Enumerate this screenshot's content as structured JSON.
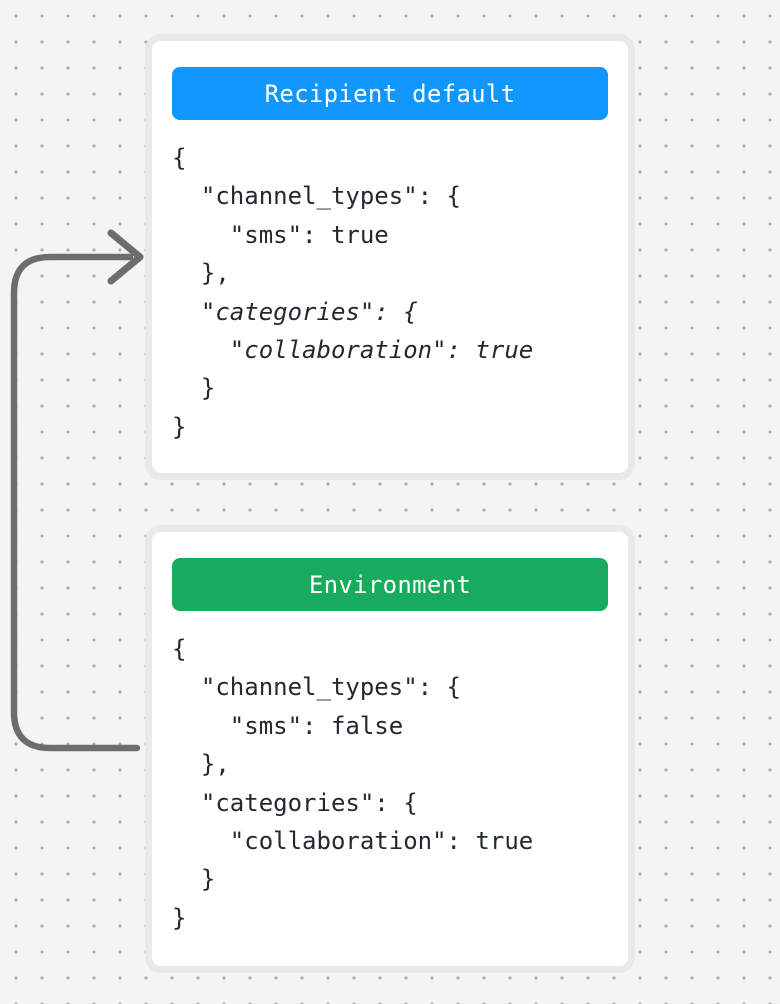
{
  "canvas": {
    "background_color": "#f4f4f5",
    "dot_color": "#acacb0"
  },
  "arrow": {
    "color": "#6d6d6d",
    "description": "curved connector from Environment card pointing into Recipient default card"
  },
  "code_text_color": "#24292f",
  "cards": [
    {
      "header": {
        "label": "Recipient default",
        "color": "#1197fc",
        "text_color": "#ffffff"
      },
      "code_lines": [
        {
          "text": "{",
          "italic": false
        },
        {
          "text": "  \"channel_types\": {",
          "italic": false
        },
        {
          "text": "    \"sms\": true",
          "italic": false
        },
        {
          "text": "  },",
          "italic": false
        },
        {
          "text": "  \"categories\": {",
          "italic": true
        },
        {
          "text": "    \"collaboration\": true",
          "italic": true
        },
        {
          "text": "  }",
          "italic": false
        },
        {
          "text": "}",
          "italic": false
        }
      ]
    },
    {
      "header": {
        "label": "Environment",
        "color": "#18ab5d",
        "text_color": "#ffffff"
      },
      "code_lines": [
        {
          "text": "{",
          "italic": false
        },
        {
          "text": "  \"channel_types\": {",
          "italic": false
        },
        {
          "text": "    \"sms\": false",
          "italic": false
        },
        {
          "text": "  },",
          "italic": false
        },
        {
          "text": "  \"categories\": {",
          "italic": false
        },
        {
          "text": "    \"collaboration\": true",
          "italic": false
        },
        {
          "text": "  }",
          "italic": false
        },
        {
          "text": "}",
          "italic": false
        }
      ]
    }
  ]
}
